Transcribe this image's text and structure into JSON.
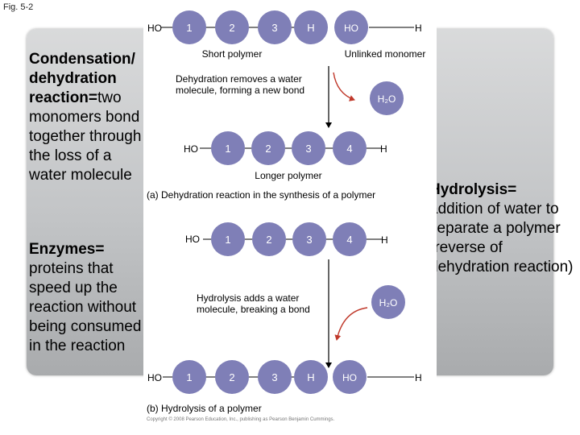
{
  "figure_label": "Fig. 5-2",
  "left_text": {
    "condensation_heading": "Condensation/ dehydration reaction=",
    "condensation_body": "two monomers bond together through the loss of a water molecule",
    "enzymes_heading": "Enzymes=",
    "enzymes_body": "proteins that speed up the reaction without being consumed in the reaction"
  },
  "right_text": {
    "hydrolysis_heading": "Hydrolysis=",
    "hydrolysis_body": "addition of water to separate a polymer (reverse of dehydration reaction)"
  },
  "diagram": {
    "colors": {
      "monomer": "#7f7fb7",
      "white_text": "#ffffff",
      "arrow": "#000000",
      "curve_arrow": "#c0392b"
    },
    "ho": "HO",
    "h": "H",
    "water": "H₂O",
    "short_polymer": {
      "label": "Short polymer",
      "units": [
        "1",
        "2",
        "3"
      ]
    },
    "unlinked_monomer": {
      "label": "Unlinked monomer"
    },
    "dehydration_note_1": "Dehydration removes a water",
    "dehydration_note_2": "molecule, forming a new bond",
    "longer_polymer": {
      "label": "Longer polymer",
      "units": [
        "1",
        "2",
        "3",
        "4"
      ]
    },
    "caption_a": "(a) Dehydration reaction in the synthesis of a polymer",
    "hydrolysis_note_1": "Hydrolysis adds a water",
    "hydrolysis_note_2": "molecule, breaking a bond",
    "caption_b": "(b) Hydrolysis of a polymer",
    "copyright": "Copyright © 2008 Pearson Education, Inc., publishing as Pearson Benjamin Cummings."
  }
}
